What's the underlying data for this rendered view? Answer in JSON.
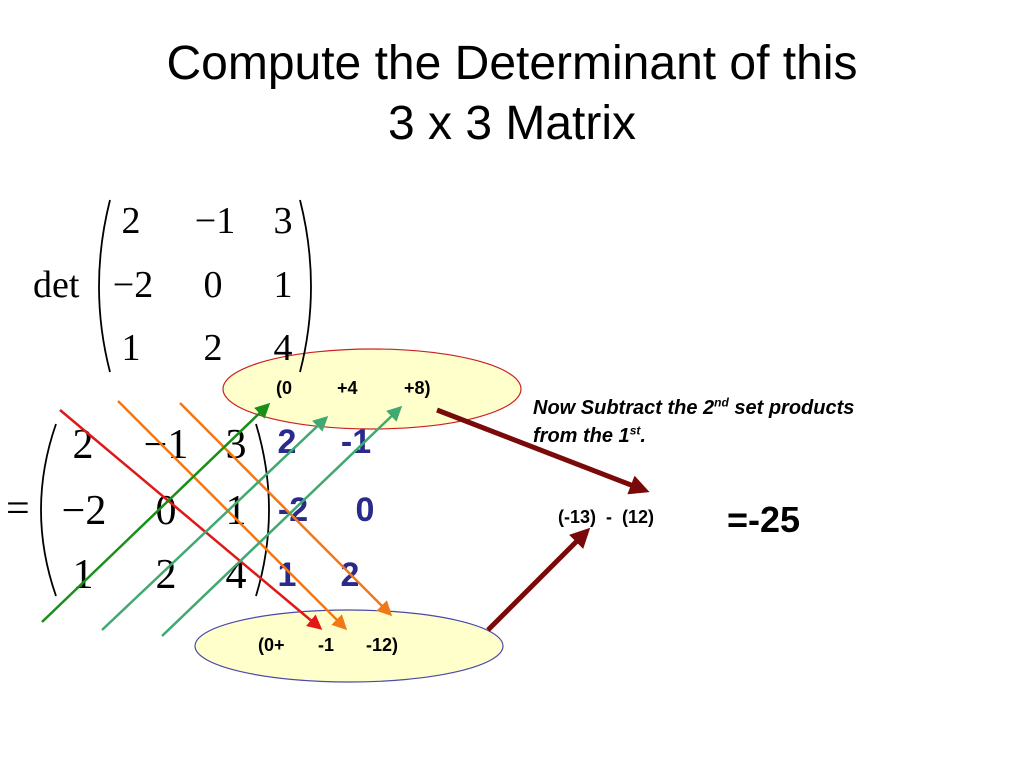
{
  "title": {
    "line1": "Compute the Determinant of this",
    "line2": "3 x 3 Matrix"
  },
  "determinant": {
    "label": "det",
    "rows": [
      [
        "2",
        "−1",
        "3"
      ],
      [
        "−2",
        "0",
        "1"
      ],
      [
        "1",
        "2",
        "4"
      ]
    ]
  },
  "expanded": {
    "equals": "=",
    "rows": [
      [
        "2",
        "−1",
        "3"
      ],
      [
        "−2",
        "0",
        "1"
      ],
      [
        "1",
        "2",
        "4"
      ]
    ],
    "extra_columns": [
      [
        "2",
        "-1"
      ],
      [
        "-2",
        "0"
      ],
      [
        "1",
        "2"
      ]
    ]
  },
  "products": {
    "top": {
      "a": "(0",
      "b": "+4",
      "c": "+8)"
    },
    "bottom": {
      "a": "(0+",
      "b": "-1",
      "c": "-12)"
    }
  },
  "note": {
    "part1": "Now Subtract the 2",
    "sup1": "nd",
    "part2": "  set products from the 1",
    "sup2": "st",
    "part3": "."
  },
  "subtraction": "(-13)  -  (12)",
  "result": "=-25",
  "colors": {
    "ellipse_fill": "#ffffcc",
    "top_ellipse_stroke": "#cc2222",
    "bottom_ellipse_stroke": "#4a4aa8",
    "arrow": "#7a0a0a",
    "extra_column_text": "#2a2a8c",
    "diag_red": "#e01818",
    "diag_orange": "#f07818",
    "diag_green_dark": "#189018",
    "diag_green_light": "#40a870"
  }
}
